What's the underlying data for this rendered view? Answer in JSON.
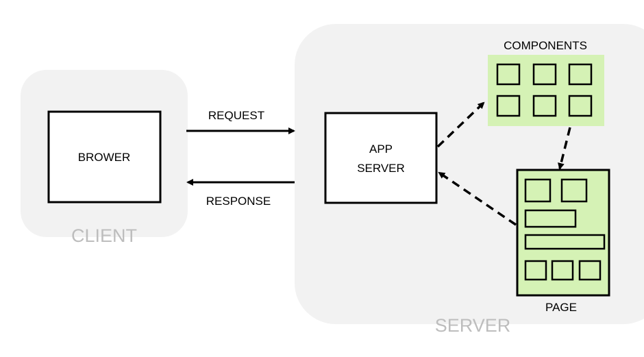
{
  "client": {
    "label": "CLIENT",
    "browser_label": "BROWER"
  },
  "server": {
    "label": "SERVER",
    "app_server_label_line1": "APP",
    "app_server_label_line2": "SERVER",
    "components_label": "COMPONENTS",
    "page_label": "PAGE"
  },
  "arrows": {
    "request_label": "REQUEST",
    "response_label": "RESPONSE"
  },
  "colors": {
    "group_fill": "#f2f2f2",
    "group_label": "#bdbdbd",
    "box_stroke": "#000000",
    "highlight_fill": "#d5f2b5"
  }
}
